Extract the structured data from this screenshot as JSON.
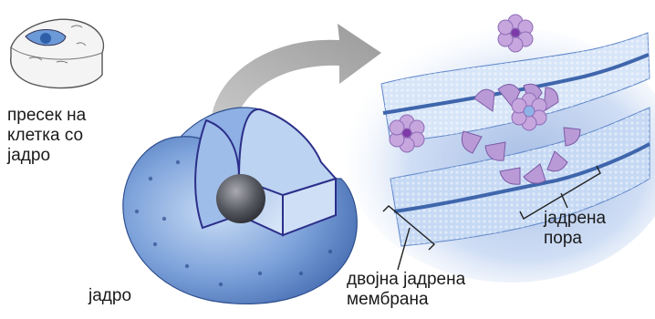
{
  "labels": {
    "cell_section": "пресек на\nклетка со\nјадро",
    "nucleus": "јадро",
    "nuclear_pore": "јадрена\nпора",
    "double_membrane": "двојна јадрена\nмембрана"
  },
  "icons": {
    "cell": "cell-cross-section-icon",
    "arrow": "zoom-arrow-icon"
  },
  "colors": {
    "nucleus_blue": "#5f86c8",
    "membrane_blue": "#8fb3e6",
    "pore_purple": "#b99ad6",
    "arrow_gray": "#9a9a9a"
  }
}
